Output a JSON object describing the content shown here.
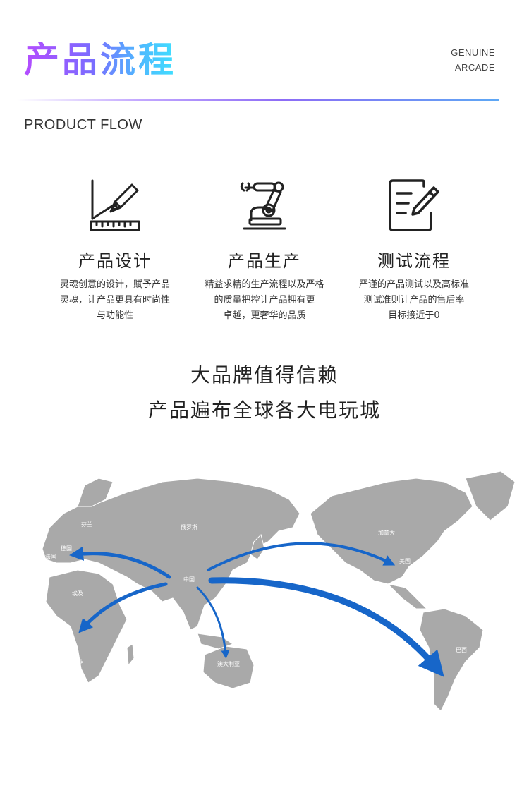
{
  "header": {
    "title": "产品流程",
    "brand_line1": "GENUINE",
    "brand_line2": "ARCADE",
    "subtitle": "PRODUCT FLOW"
  },
  "features": [
    {
      "icon": "design-ruler-pen-icon",
      "title": "产品设计",
      "lines": [
        "灵魂创意的设计，赋予产品",
        "灵魂，让产品更具有时尚性",
        "与功能性"
      ]
    },
    {
      "icon": "robot-arm-icon",
      "title": "产品生产",
      "lines": [
        "精益求精的生产流程以及严格",
        "的质量把控让产品拥有更",
        "卓越，更奢华的品质"
      ]
    },
    {
      "icon": "checklist-pen-icon",
      "title": "测试流程",
      "lines": [
        "严谨的产品测试以及高标准",
        "测试准则让产品的售后率",
        "目标接近于0"
      ]
    }
  ],
  "slogan": {
    "line1": "大品牌值得信赖",
    "line2": "产品遍布全球各大电玩城"
  },
  "map": {
    "labels": {
      "finland": "芬兰",
      "russia": "俄罗斯",
      "germany": "德国",
      "france": "法国",
      "egypt": "埃及",
      "south_africa": "南非",
      "china": "中国",
      "australia": "澳大利亚",
      "canada": "加拿大",
      "usa": "美国",
      "brazil": "巴西"
    },
    "land_color": "#a9a9a9",
    "arrow_color": "#1766c9"
  }
}
